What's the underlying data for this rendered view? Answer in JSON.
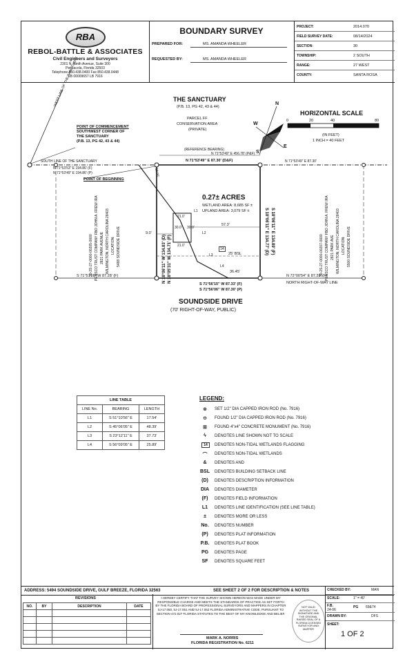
{
  "logo": {
    "initials": "RBA"
  },
  "firm": {
    "name": "REBOL-BATTLE & ASSOCIATES",
    "tagline": "Civil Engineers and Surveyors",
    "address1": "2301 N. Ninth Avenue, Suite 300",
    "address2": "Pensacola, Florida 32503",
    "phone": "Telephone 850.438.0400  Fax 850.438.0448",
    "license": "EB 00009657    LB 7916"
  },
  "header": {
    "title": "BOUNDARY SURVEY",
    "prepared_for_label": "PREPARED FOR:",
    "prepared_for": "MS. AMANDA WHEELER",
    "requested_by_label": "REQUESTED BY:",
    "requested_by": "MS. AMANDA WHEELER"
  },
  "project_info": [
    {
      "label": "PROJECT:",
      "value": "2014.070"
    },
    {
      "label": "FIELD SURVEY DATE:",
      "value": "08/14/2024"
    },
    {
      "label": "SECTION:",
      "value": "30"
    },
    {
      "label": "TOWNSHIP:",
      "value": "2 SOUTH"
    },
    {
      "label": "RANGE:",
      "value": "27 WEST"
    },
    {
      "label": "COUNTY:",
      "value": "SANTA ROSA"
    }
  ],
  "plat": {
    "sanctuary_title": "THE SANCTUARY",
    "sanctuary_ref": "(P.B. 13, PG 42, 43 & 44)",
    "parcel1": "PARCEL FF",
    "parcel2": "CONSERVATION AREA",
    "parcel3": "(PRIVATE)",
    "west_line": "WEST LINE OF THE SANCTUARY",
    "poc1": "POINT OF COMMENCEMENT",
    "poc2": "SOUTHWEST CORNER OF",
    "poc3": "THE SANCTUARY",
    "poc4": "(P.B. 13, PG 42, 43 & 44)",
    "south_line": "SOUTH LINE OF THE SANCTUARY",
    "brg_f": "N 71°53'53\" E 194.86' (F)",
    "brg_p": "N 71°53'49\" E 194.86' (P)",
    "pob": "POINT OF BEGINNING",
    "ref_bearing": "(REFERENCE BEARING)",
    "ref_line": "N 71°53'49\" E 456.78' (P&F)",
    "north_line": "N 71°53'49\" E 87.30' (D&F)",
    "east_north": "N 71°53'49\" E 87.30'",
    "dim_1895": "18.95'",
    "acres": "0.27± ACRES",
    "wetland": "WETLAND AREA: 8,685 SF ±",
    "upland": "UPLAND AREA: 3,079 SF ±",
    "west_d": "N 18°06'11\" W 134.83' (D)",
    "west_f": "N 18°05'31\" W 134.71' (F)",
    "east_d": "S 18°06'11\" E 134.77' (D)",
    "east_f": "S 18°06'11\" E 134.89' (F)",
    "west_parcel1": "30-2S-27-0000-00205-0000",
    "west_parcel2": "PENSCO TRUST COMPANY FBO JOHN A. FREW IRA",
    "west_parcel3": "2821 PARK AVENUE",
    "west_parcel4": "WILMINGTON, NORTH CAROLINA 28403",
    "west_parcel5": "LOCATION:",
    "west_parcel6": "5488 SOUNDSIDE DRIVE",
    "east_parcel1": "30-2S-27-0000-00207-0000",
    "east_parcel2": "PENSCO TRUST COMPANY FBO JOHN A. FREW IRA",
    "east_parcel3": "2821 PARK AVE",
    "east_parcel4": "WILMINGTON, NORTH CAROLINA 28403",
    "east_parcel5": "LOCATION:",
    "east_parcel6": "5500 SOUNDSIDE DRIVE",
    "dim_573": "57.3'",
    "dim_210a": "21.0'",
    "dim_300a": "30.0'",
    "dim_300b": "30.0'",
    "dim_210b": "21.0'",
    "dim_90": "9.0'",
    "bsl": "25' BSL",
    "dim_3645": "36.45'",
    "sw_brg": "S 71°51'08\" W 87.28' (F)",
    "se_brg": "N 72°00'54\" E 87.28' (F)",
    "row_line": "NORTH RIGHT-OF-WAY LINE",
    "south_f": "S 71°56'15\" W 87.33' (F)",
    "south_p": "S 71°56'06\" W 87.30' (P)",
    "road": "SOUNDSIDE DRIVE",
    "road_sub": "(70' RIGHT-OF-WAY, PUBLIC)",
    "l1": "L1",
    "l2": "L2",
    "l3": "L3",
    "l4": "L4",
    "flag14": "14"
  },
  "compass": {
    "n": "N",
    "s": "S",
    "e": "E",
    "w": "W"
  },
  "scale": {
    "title": "HORIZONTAL SCALE",
    "t0": "0",
    "t20": "20",
    "t40": "40",
    "t80": "80",
    "unit": "(IN FEET)",
    "ratio": "1 INCH = 40 FEET"
  },
  "line_table": {
    "title": "LINE TABLE",
    "headers": [
      "LINE No.",
      "BEARING",
      "LENGTH"
    ],
    "rows": [
      [
        "L1",
        "S 51°10'56\" E",
        "17.54'"
      ],
      [
        "L2",
        "S 45°06'05\" E",
        "48.39'"
      ],
      [
        "L3",
        "S 23°12'11\" E",
        "37.73'"
      ],
      [
        "L4",
        "S 56°09'05\" E",
        "25.89'"
      ]
    ]
  },
  "legend": {
    "title": "LEGEND:",
    "items": [
      {
        "sym": "⊗",
        "text": "SET 1/2\" DIA CAPPED IRON ROD (No. 7916)"
      },
      {
        "sym": "⊖",
        "text": "FOUND 1/2\" DIA CAPPED IRON ROD (No. 7916)"
      },
      {
        "sym": "⊠",
        "text": "FOUND 4\"x4\" CONCRETE MONUMENT (No. 7916)"
      },
      {
        "sym": "ϟ",
        "text": "DENOTES LINE SHOWN NOT TO SCALE"
      },
      {
        "sym": "14",
        "text": "DENOTES NON-TIDAL WETLANDS FLAGGING"
      },
      {
        "sym": "⌒",
        "text": "DENOTES NON-TIDAL WETLANDS"
      },
      {
        "sym": "&",
        "text": "DENOTES AND"
      },
      {
        "sym": "BSL",
        "text": "DENOTES BUILDING SETBACK LINE"
      },
      {
        "sym": "(D)",
        "text": "DENOTES DESCRIPTION INFORMATION"
      },
      {
        "sym": "DIA",
        "text": "DENOTES DIAMETER"
      },
      {
        "sym": "(F)",
        "text": "DENOTES FIELD INFORMATION"
      },
      {
        "sym": "L1",
        "text": "DENOTES LINE IDENTIFICATION (SEE LINE TABLE)"
      },
      {
        "sym": "±",
        "text": "DENOTES MORE OR LESS"
      },
      {
        "sym": "No.",
        "text": "DENOTES NUMBER"
      },
      {
        "sym": "(P)",
        "text": "DENOTES PLAT INFORMATION"
      },
      {
        "sym": "P.B.",
        "text": "DENOTES PLAT BOOK"
      },
      {
        "sym": "PG",
        "text": "DENOTES PAGE"
      },
      {
        "sym": "SF",
        "text": "DENOTES SQUARE FEET"
      }
    ]
  },
  "footer": {
    "address": "ADDRESS: 5494 SOUNDSIDE DRIVE, GULF BREEZE, FLORIDA 32563",
    "see_sheet": "SEE SHEET 2 OF 2 FOR DESCRIPTION & NOTES",
    "revisions_title": "REVISIONS",
    "rev_headers": [
      "NO.",
      "BY",
      "DESCRIPTION",
      "DATE"
    ],
    "cert": "I HEREBY CERTIFY THAT THE SURVEY SHOWN HEREON WAS MADE UNDER MY RESPONSIBLE CHARGE AND MEETS THE STANDARDS OF PRACTICE AS SET FORTH BY THE FLORIDA BOARD OF PROFESSIONAL SURVEYORS AND MAPPERS IN CHAPTER 5J-17.050, 5J-17.051 AND 5J-17.052 FLORIDA ADMINISTRATIVE CODE, PURSUANT TO SECTION 472.027 FLORIDA STATUTES TO THE BEST OF MY KNOWLEDGE AND BELIEF.",
    "surveyor": "MARK A. NORRIS",
    "registration": "FLORIDA REGISTRATION No. 6211",
    "seal_note": "NOT VALID WITHOUT THE SIGNATURE AND THE ORIGINAL RAISED SEAL OF A FLORIDA LICENSED SURVEYOR AND MAPPER",
    "checked_label": "CHECKED BY:",
    "checked": "MAN",
    "scale_label": "SCALE:",
    "scale": "1\" = 40'",
    "fb_label": "F.B.",
    "fb": "24-06",
    "pg_label": "PG",
    "pg": "69&74",
    "drawn_label": "DRAWN BY:",
    "drawn": "DFS",
    "sheet_label": "SHEET:",
    "sheet": "1 OF 2"
  }
}
